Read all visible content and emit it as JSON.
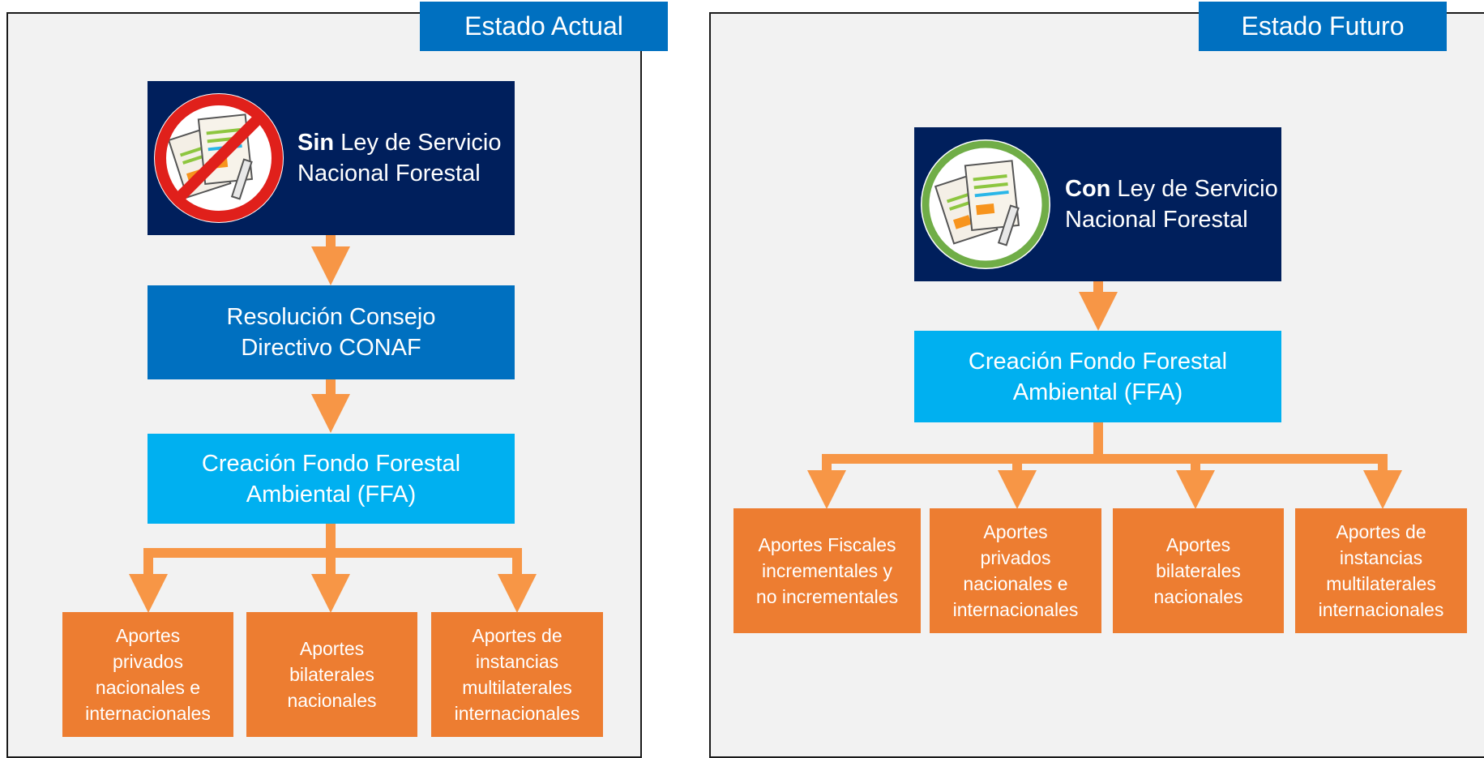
{
  "left": {
    "tag": "Estado Actual",
    "law_bold": "Sin",
    "law_line1_rest": " Ley de Servicio",
    "law_line2": "Nacional Forestal",
    "resolution_line1": "Resolución Consejo",
    "resolution_line2": "Directivo CONAF",
    "fund_line1": "Creación Fondo Forestal",
    "fund_line2": "Ambiental (FFA)",
    "sources": [
      [
        "Aportes",
        "privados",
        "nacionales e",
        "internacionales"
      ],
      [
        "Aportes",
        "bilaterales",
        "nacionales"
      ],
      [
        "Aportes de",
        "instancias",
        "multilaterales",
        "internacionales"
      ]
    ]
  },
  "right": {
    "tag": "Estado Futuro",
    "law_bold": "Con",
    "law_line1_rest": " Ley de Servicio",
    "law_line2": "Nacional Forestal",
    "fund_line1": "Creación Fondo Forestal",
    "fund_line2": "Ambiental (FFA)",
    "sources": [
      [
        "Aportes Fiscales",
        "incrementales y",
        "no incrementales"
      ],
      [
        "Aportes",
        "privados",
        "nacionales e",
        "internacionales"
      ],
      [
        "Aportes",
        "bilaterales",
        "nacionales"
      ],
      [
        "Aportes de",
        "instancias",
        "multilaterales",
        "internacionales"
      ]
    ]
  },
  "colors": {
    "navy": "#001f5c",
    "blue": "#0070c0",
    "cyan": "#00b0f0",
    "orange": "#ed7d31",
    "arrow": "#f79646",
    "no_sign": "#e0201b",
    "ok_ring": "#70ad47"
  },
  "icons": {
    "left_law": "document-prohibited-icon",
    "right_law": "document-approved-icon"
  }
}
